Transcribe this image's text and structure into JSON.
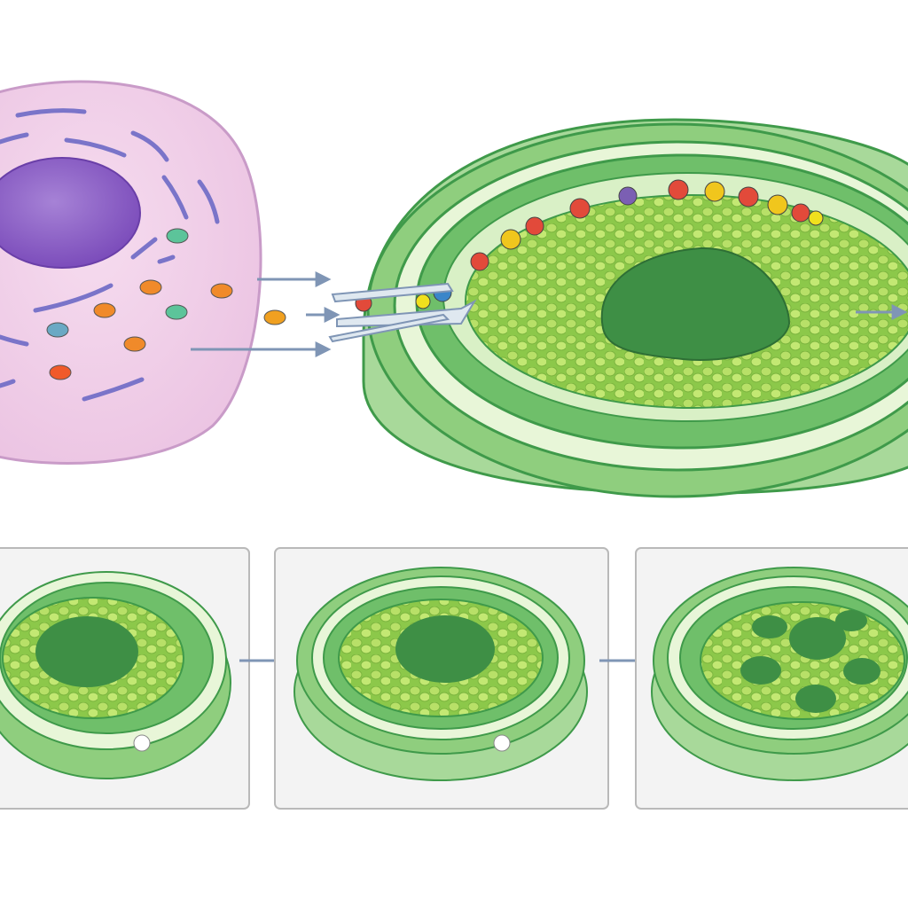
{
  "colors": {
    "background": "#ffffff",
    "animal_cell": "#f0cde6",
    "animal_cell_edge": "#c99bc8",
    "nucleus": "#8d5fc4",
    "organelle": "#7a74c9",
    "plant_wall": "#6fbf6a",
    "plant_wall_dark": "#3f9a4a",
    "plant_inner": "#a9d957",
    "plant_nucleus": "#3e8f45",
    "arrow": "#7f95b5",
    "panel_bg": "#f3f3f3",
    "panel_border": "#b9b9b9"
  },
  "particles": [
    "#e24a3a",
    "#f0c61d",
    "#7b5fb3",
    "#f08a2a",
    "#5cc49a",
    "#3b86c9"
  ],
  "panels": [
    {
      "extra_nuclei": 0
    },
    {
      "extra_nuclei": 0
    },
    {
      "extra_nuclei": 5
    }
  ]
}
